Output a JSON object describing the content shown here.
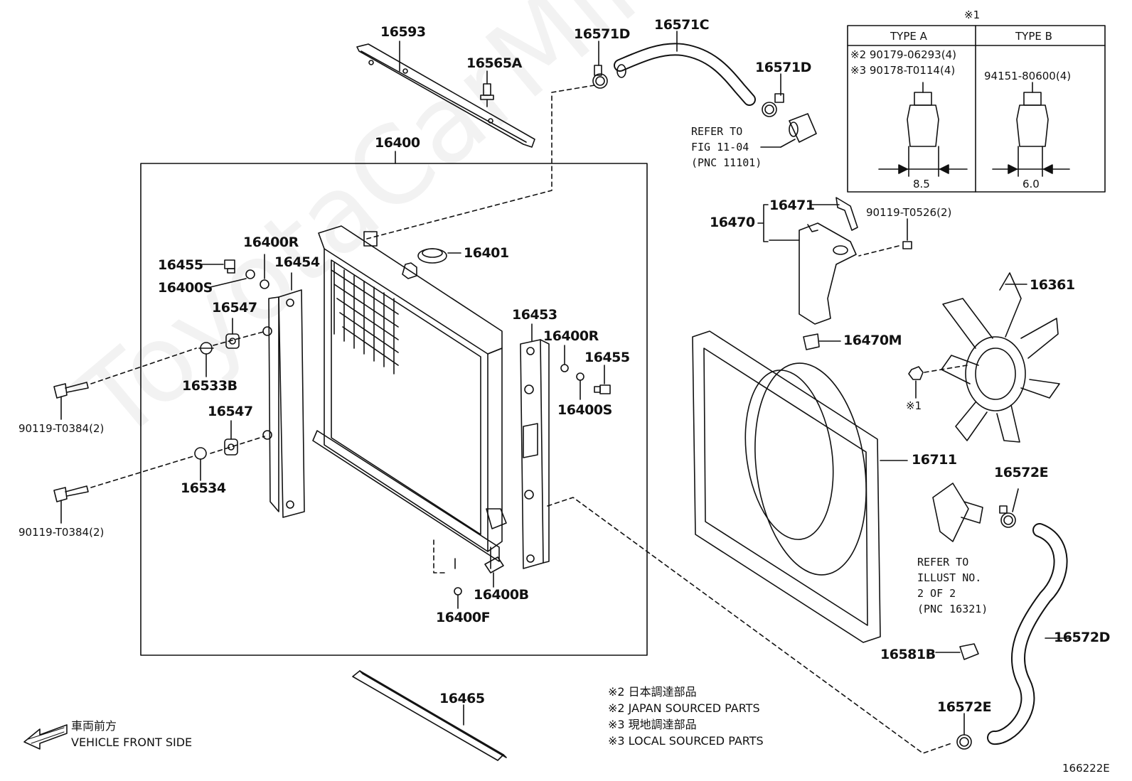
{
  "watermark": "ToyotaCarMine.ru",
  "figure_code": "166222E",
  "parts": {
    "p16593": "16593",
    "p16565A": "16565A",
    "p16571D_a": "16571D",
    "p16571C": "16571C",
    "p16571D_b": "16571D",
    "p16400": "16400",
    "p16400R_a": "16400R",
    "p16454": "16454",
    "p16455_a": "16455",
    "p16400S_a": "16400S",
    "p16547_a": "16547",
    "p16533B": "16533B",
    "p16547_b": "16547",
    "p16534": "16534",
    "p90119T0384_a": "90119-T0384(2)",
    "p90119T0384_b": "90119-T0384(2)",
    "p16401": "16401",
    "p16453": "16453",
    "p16400R_b": "16400R",
    "p16455_b": "16455",
    "p16400S_b": "16400S",
    "p16400B": "16400B",
    "p16400F": "16400F",
    "p16465": "16465",
    "p16470": "16470",
    "p16471": "16471",
    "p90119T0526": "90119-T0526(2)",
    "p16470M": "16470M",
    "p16361": "16361",
    "p_note1": "※1",
    "p16711": "16711",
    "p16572E_a": "16572E",
    "p16572D": "16572D",
    "p16581B": "16581B",
    "p16572E_b": "16572E"
  },
  "refer_fig": [
    "REFER TO",
    "FIG 11-04",
    "(PNC 11101)"
  ],
  "refer_illust": [
    "REFER TO",
    "ILLUST NO.",
    "2 OF 2",
    "(PNC 16321)"
  ],
  "type_box": {
    "note_mark": "※1",
    "type_a": "TYPE A",
    "type_b": "TYPE B",
    "a_line1": "※2 90179-06293(4)",
    "a_line2": "※3 90178-T0114(4)",
    "b_line1": "94151-80600(4)",
    "dim_a": "8.5",
    "dim_b": "6.0"
  },
  "notes": [
    "※2 日本調達部品",
    "※2 JAPAN SOURCED PARTS",
    "※3 現地調達部品",
    "※3 LOCAL SOURCED PARTS"
  ],
  "front": {
    "jp": "車両前方",
    "en": "VEHICLE FRONT SIDE"
  }
}
